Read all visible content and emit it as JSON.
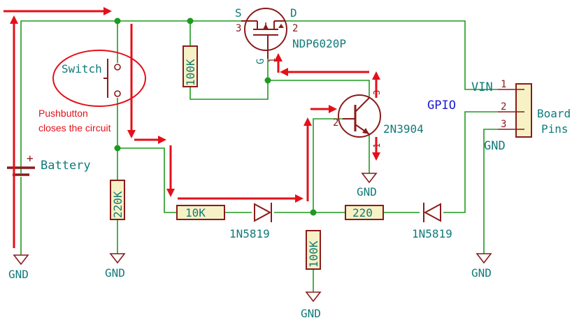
{
  "labels": {
    "switch": "Switch",
    "pushbutton_line1": "Pushbutton",
    "pushbutton_line2": "closes the circuit",
    "battery": "Battery",
    "battery_plus": "+",
    "gnd": "GND",
    "mosfet": "NDP6020P",
    "mosfet_s": "S",
    "mosfet_d": "D",
    "mosfet_g": "G",
    "mosfet_pin3": "3",
    "mosfet_pin2": "2",
    "mosfet_pin1": "1",
    "r_100k_top": "100K",
    "r_220k": "220K",
    "r_10k": "10K",
    "r_100k_bottom": "100K",
    "r_220": "220",
    "diode1": "1N5819",
    "diode2": "1N5819",
    "transistor": "2N3904",
    "q_pin1": "1",
    "q_pin2": "2",
    "q_pin3": "3",
    "vin": "VIN",
    "gpio": "GPIO",
    "gnd_pin": "GND",
    "board_line1": "Board",
    "board_line2": "Pins",
    "conn_pin1": "1",
    "conn_pin2": "2",
    "conn_pin3": "3"
  },
  "colors": {
    "wire": "#1f9a1f",
    "component": "#8b1a1a",
    "component_fill": "#f6f2c6",
    "label": "#127a7a",
    "gpio_label": "#1a1ad0",
    "annotation": "#e3101a"
  }
}
